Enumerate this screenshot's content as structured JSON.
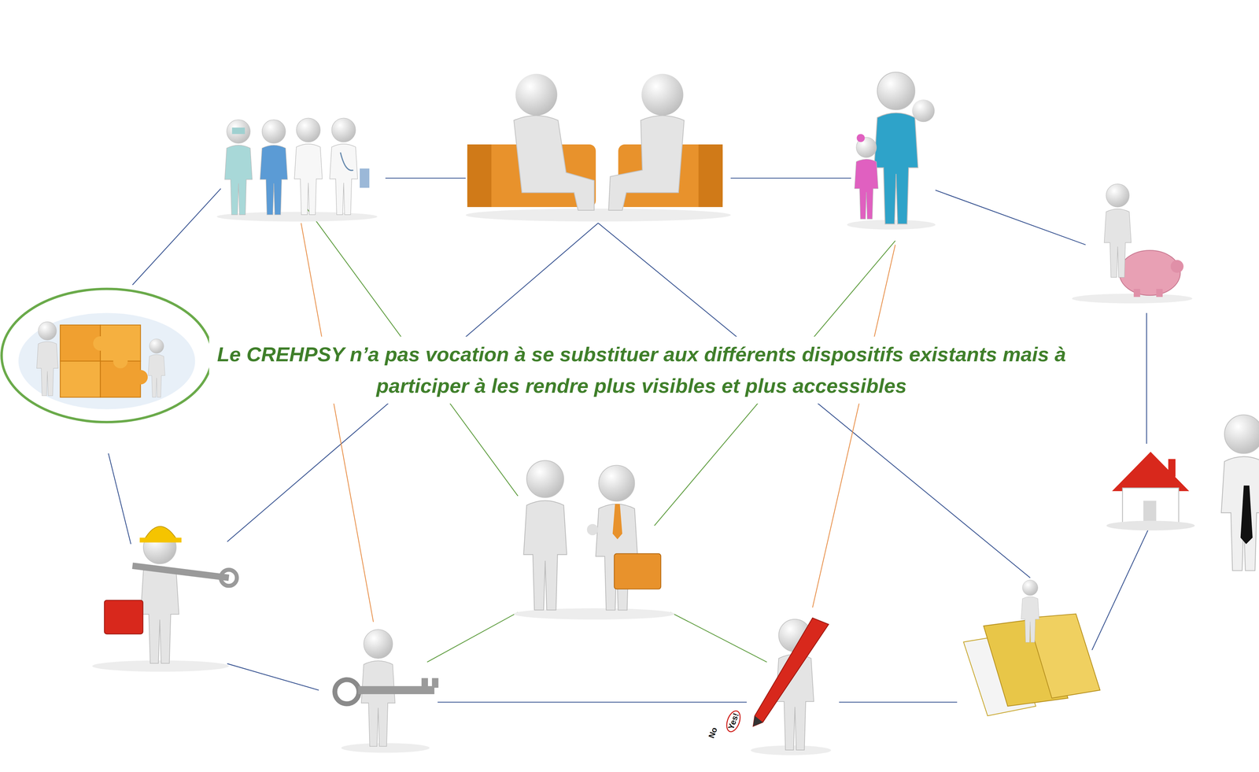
{
  "diagram": {
    "labels": [
      "Le CREHPSY n’a pas vocation à se substituer aux différents dispositifs existants mais à participer à les rendre plus visibles et plus accessibles",
      "No",
      "Yes!"
    ]
  }
}
